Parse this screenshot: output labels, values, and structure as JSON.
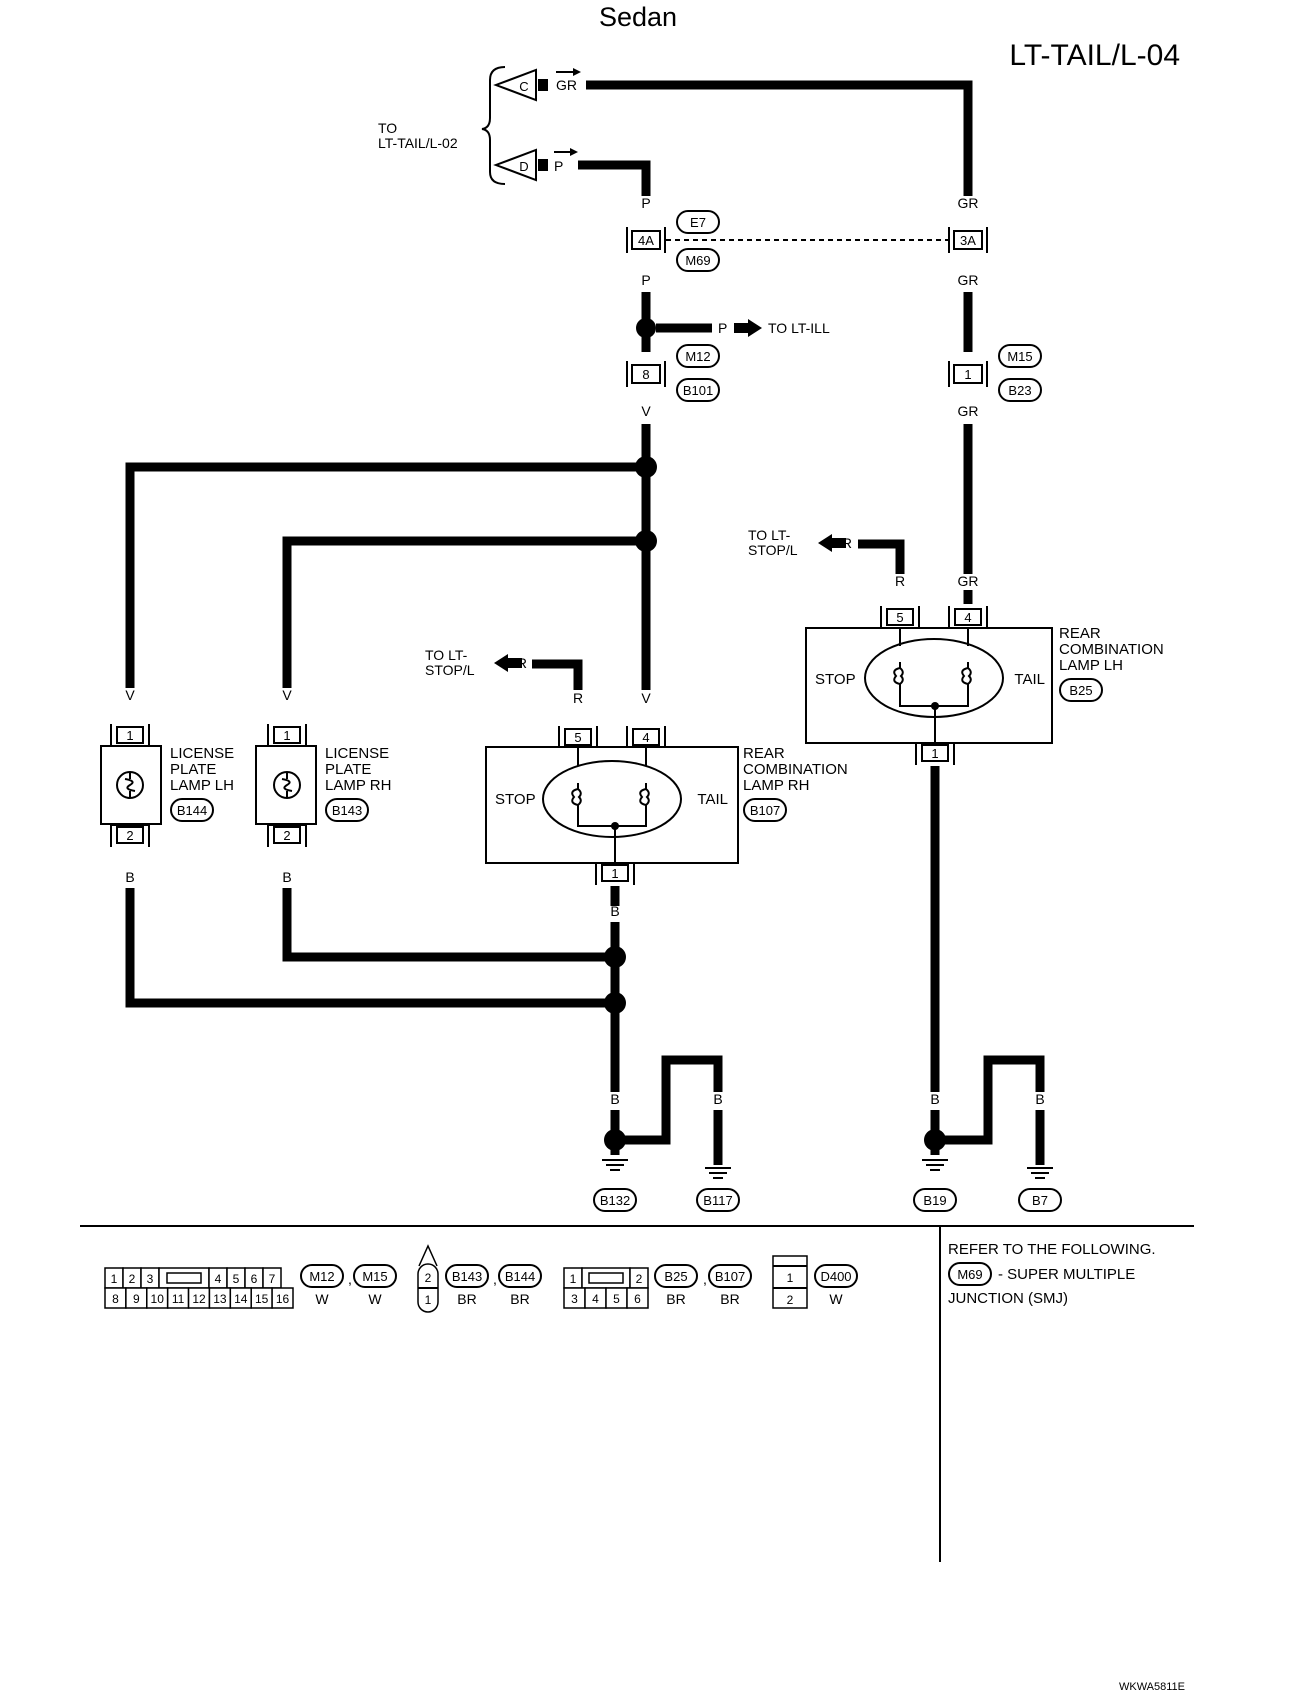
{
  "diagram": {
    "title": "Sedan",
    "code": "LT-TAIL/L-04",
    "footer_code": "WKWA5811E",
    "to_tail": "TO\nLT-TAIL/L-02",
    "to_ill": "TO LT-ILL",
    "to_stop": "TO LT-\nSTOP/L",
    "term_c": "C",
    "term_d": "D",
    "connectors": {
      "e7": "E7",
      "m69": "M69",
      "m12": "M12",
      "b101": "B101",
      "m15": "M15",
      "b23": "B23",
      "b144": "B144",
      "b143": "B143",
      "b107": "B107",
      "b25": "B25",
      "b132": "B132",
      "b117": "B117",
      "b19": "B19",
      "b7": "B7",
      "d400": "D400"
    },
    "pins": {
      "p4a": "4A",
      "p3a": "3A",
      "p8": "8",
      "p1": "1",
      "p2": "2",
      "p4": "4",
      "p5": "5"
    },
    "colors": {
      "gr": "GR",
      "p": "P",
      "v": "V",
      "r": "R",
      "b": "B",
      "w": "W",
      "br": "BR"
    },
    "components": {
      "lp_lh": "LICENSE\nPLATE\nLAMP LH",
      "lp_rh": "LICENSE\nPLATE\nLAMP RH",
      "rc_rh": "REAR\nCOMBINATION\nLAMP RH",
      "rc_lh": "REAR\nCOMBINATION\nLAMP LH",
      "stop": "STOP",
      "tail": "TAIL"
    },
    "legend": {
      "conn1_pins": [
        "1",
        "2",
        "3",
        "4",
        "5",
        "6",
        "7",
        "8",
        "9",
        "10",
        "11",
        "12",
        "13",
        "14",
        "15",
        "16"
      ],
      "conn3_pins": [
        "1",
        "2",
        "3",
        "4",
        "5",
        "6"
      ],
      "refer": "REFER TO THE FOLLOWING.",
      "smj": "- SUPER MULTIPLE\nJUNCTION (SMJ)"
    }
  }
}
